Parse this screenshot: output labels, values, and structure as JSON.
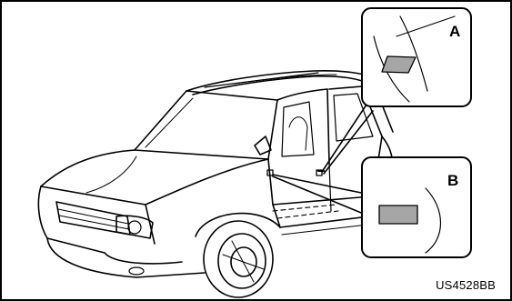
{
  "figure": {
    "code": "US4528BB",
    "callouts": [
      {
        "letter": "A"
      },
      {
        "letter": "B"
      }
    ]
  },
  "colors": {
    "line": "#000000",
    "label_fill": "#a6a6a6",
    "background": "#ffffff"
  },
  "icons": [
    "car-illustration",
    "door-label-a",
    "door-label-b",
    "leader-line"
  ]
}
